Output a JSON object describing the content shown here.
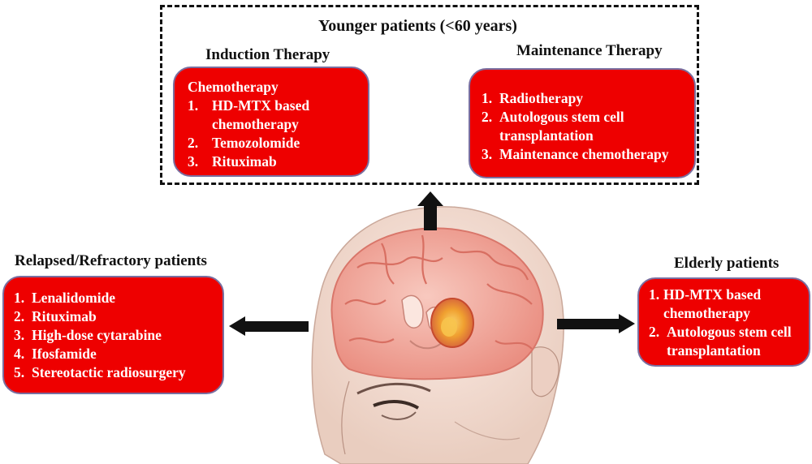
{
  "younger": {
    "title": "Younger patients (<60 years)",
    "induction": {
      "heading": "Induction Therapy",
      "lead": "Chemotherapy",
      "items": [
        {
          "num": "1.",
          "text": "HD-MTX based chemotherapy"
        },
        {
          "num": "2.",
          "text": "Temozolomide"
        },
        {
          "num": "3.",
          "text": "Rituximab"
        }
      ]
    },
    "maintenance": {
      "heading": "Maintenance Therapy",
      "items": [
        {
          "num": "1.",
          "text": "Radiotherapy"
        },
        {
          "num": "2.",
          "text": "Autologous stem cell transplantation"
        },
        {
          "num": "3.",
          "text": "Maintenance chemotherapy"
        }
      ]
    }
  },
  "relapsed": {
    "heading": "Relapsed/Refractory patients",
    "items": [
      {
        "num": "1.",
        "text": "Lenalidomide"
      },
      {
        "num": "2.",
        "text": "Rituximab"
      },
      {
        "num": "3.",
        "text": "High-dose cytarabine"
      },
      {
        "num": "4.",
        "text": "Ifosfamide"
      },
      {
        "num": "5.",
        "text": "Stereotactic radiosurgery"
      }
    ]
  },
  "elderly": {
    "heading": "Elderly patients",
    "items": [
      {
        "num": "1.",
        "text": "HD-MTX based chemotherapy"
      },
      {
        "num": "2.",
        "text": "Autologous stem cell transplantation"
      }
    ]
  },
  "colors": {
    "box_fill": "#ee0000",
    "box_border": "#7a6fa0",
    "arrow": "#111111",
    "brain": "#f0a99e",
    "tumor": "#f5a623"
  }
}
